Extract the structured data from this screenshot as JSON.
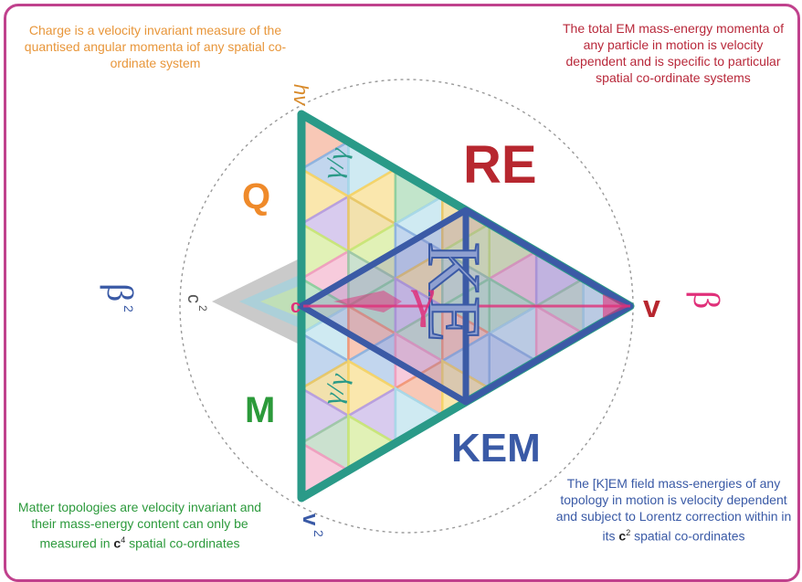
{
  "notes": {
    "top_left": "Charge is a velocity invariant measure of the quantised angular momenta iof any spatial co-ordinate system",
    "top_right": "The total EM mass-energy momenta of any particle in motion is velocity dependent and is specific to particular spatial co-ordinate systems",
    "bottom_left_prefix": "Matter topologies are velocity invariant and their mass-energy content can only be measured in ",
    "bottom_left_bold": "c",
    "bottom_left_sup": "4",
    "bottom_left_suffix": " spatial co-ordinates",
    "bottom_right_prefix": "The [K]EM field mass-energies of any topology in motion is velocity dependent and subject to Lorentz correction within in its ",
    "bottom_right_bold": "c",
    "bottom_right_sup": "2",
    "bottom_right_suffix": " spatial co-ordinates"
  },
  "labels": {
    "re": "RE",
    "q": "Q",
    "m": "M",
    "kem": "KEM",
    "ke": "KE",
    "gamma": "γ",
    "hv": "hv",
    "v": "v",
    "v2": "v",
    "v2_sup": "2",
    "beta": "β",
    "beta2": "β",
    "beta2_sup": "2",
    "c2": "c",
    "c2_sup": "2",
    "c_center": "c",
    "sec_top": "γ/γ",
    "sec_bottom": "γ/γ"
  },
  "colors": {
    "border": "#c0418d",
    "teal_triangle": "#2a9a88",
    "blue_triangle": "#3b5aa6",
    "re": "#b7272f",
    "q": "#ef8a2a",
    "m": "#2b9a3a",
    "kem": "#3a5aa6",
    "beta": "#e0307a"
  }
}
